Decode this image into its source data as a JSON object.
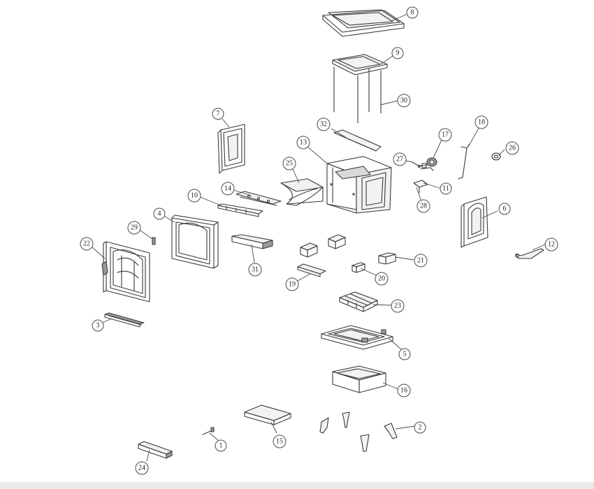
{
  "diagram": {
    "callouts": [
      {
        "id": "c1",
        "label": "1"
      },
      {
        "id": "c2",
        "label": "2"
      },
      {
        "id": "c3",
        "label": "3"
      },
      {
        "id": "c4",
        "label": "4"
      },
      {
        "id": "c5",
        "label": "5"
      },
      {
        "id": "c6",
        "label": "6"
      },
      {
        "id": "c7",
        "label": "7"
      },
      {
        "id": "c8",
        "label": "8"
      },
      {
        "id": "c9",
        "label": "9"
      },
      {
        "id": "c10",
        "label": "10"
      },
      {
        "id": "c11",
        "label": "11"
      },
      {
        "id": "c12",
        "label": "12"
      },
      {
        "id": "c13",
        "label": "13"
      },
      {
        "id": "c14",
        "label": "14"
      },
      {
        "id": "c15",
        "label": "15"
      },
      {
        "id": "c16",
        "label": "16"
      },
      {
        "id": "c17",
        "label": "17"
      },
      {
        "id": "c18",
        "label": "18"
      },
      {
        "id": "c19",
        "label": "19"
      },
      {
        "id": "c20",
        "label": "20"
      },
      {
        "id": "c21",
        "label": "21"
      },
      {
        "id": "c22",
        "label": "22"
      },
      {
        "id": "c23",
        "label": "23"
      },
      {
        "id": "c24",
        "label": "24"
      },
      {
        "id": "c25",
        "label": "25"
      },
      {
        "id": "c26",
        "label": "26"
      },
      {
        "id": "c27",
        "label": "27"
      },
      {
        "id": "c28",
        "label": "28"
      },
      {
        "id": "c29",
        "label": "29"
      },
      {
        "id": "c30",
        "label": "30"
      },
      {
        "id": "c31",
        "label": "31"
      },
      {
        "id": "c32",
        "label": "32"
      }
    ],
    "colors": {
      "line": "#3a3a3a",
      "background": "#ffffff"
    }
  }
}
